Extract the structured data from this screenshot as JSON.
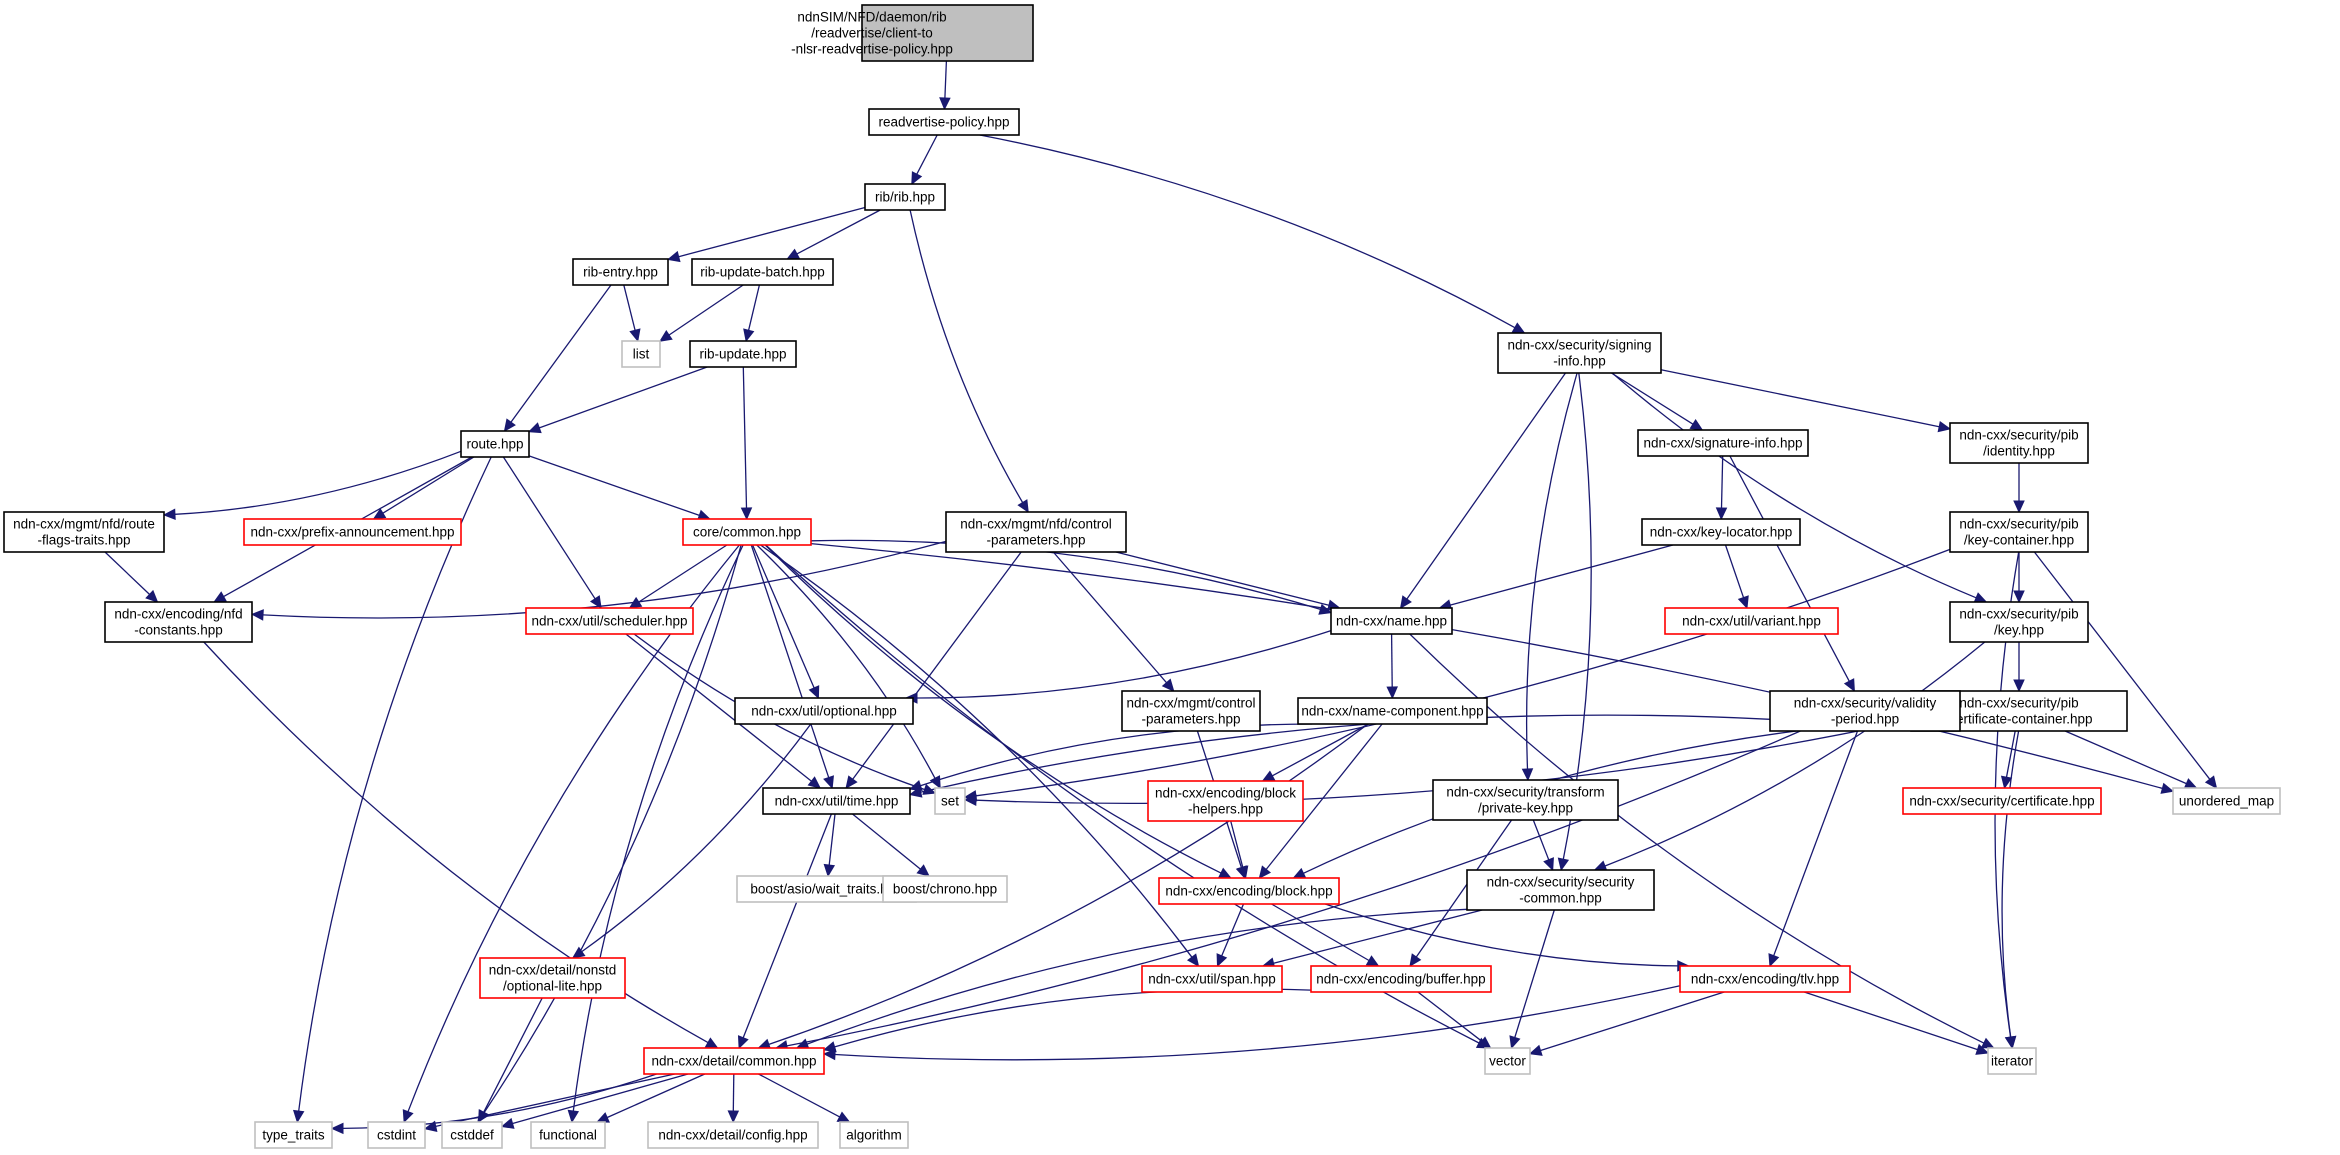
{
  "graph": {
    "title": "Include dependency graph",
    "colors": {
      "edge": "#191970",
      "root_fill": "#bfbfbf",
      "default_border": "#000000",
      "truncated_border": "#ff0000",
      "external_border": "#bfbfbf",
      "external_text": "#000000"
    },
    "nodes": [
      {
        "id": "root",
        "lines": [
          "ndnSIM/NFD/daemon/rib",
          "/readvertise/client-to",
          "-nlsr-readvertise-policy.hpp"
        ],
        "kind": "root"
      },
      {
        "id": "readvertise_policy",
        "lines": [
          "readvertise-policy.hpp"
        ],
        "kind": "normal"
      },
      {
        "id": "rib",
        "lines": [
          "rib/rib.hpp"
        ],
        "kind": "normal"
      },
      {
        "id": "rib_entry",
        "lines": [
          "rib-entry.hpp"
        ],
        "kind": "normal"
      },
      {
        "id": "rib_update_batch",
        "lines": [
          "rib-update-batch.hpp"
        ],
        "kind": "normal"
      },
      {
        "id": "list",
        "lines": [
          "list"
        ],
        "kind": "external"
      },
      {
        "id": "rib_update",
        "lines": [
          "rib-update.hpp"
        ],
        "kind": "normal"
      },
      {
        "id": "route",
        "lines": [
          "route.hpp"
        ],
        "kind": "normal"
      },
      {
        "id": "route_flags",
        "lines": [
          "ndn-cxx/mgmt/nfd/route",
          "-flags-traits.hpp"
        ],
        "kind": "normal"
      },
      {
        "id": "prefix_ann",
        "lines": [
          "ndn-cxx/prefix-announcement.hpp"
        ],
        "kind": "truncated"
      },
      {
        "id": "core_common",
        "lines": [
          "core/common.hpp"
        ],
        "kind": "truncated"
      },
      {
        "id": "nfd_control_params",
        "lines": [
          "ndn-cxx/mgmt/nfd/control",
          "-parameters.hpp"
        ],
        "kind": "normal"
      },
      {
        "id": "nfd_constants",
        "lines": [
          "ndn-cxx/encoding/nfd",
          "-constants.hpp"
        ],
        "kind": "normal"
      },
      {
        "id": "scheduler",
        "lines": [
          "ndn-cxx/util/scheduler.hpp"
        ],
        "kind": "truncated"
      },
      {
        "id": "optional",
        "lines": [
          "ndn-cxx/util/optional.hpp"
        ],
        "kind": "normal"
      },
      {
        "id": "name",
        "lines": [
          "ndn-cxx/name.hpp"
        ],
        "kind": "normal"
      },
      {
        "id": "mgmt_control_params",
        "lines": [
          "ndn-cxx/mgmt/control",
          "-parameters.hpp"
        ],
        "kind": "normal"
      },
      {
        "id": "name_component",
        "lines": [
          "ndn-cxx/name-component.hpp"
        ],
        "kind": "normal"
      },
      {
        "id": "time",
        "lines": [
          "ndn-cxx/util/time.hpp"
        ],
        "kind": "normal"
      },
      {
        "id": "set",
        "lines": [
          "set"
        ],
        "kind": "external"
      },
      {
        "id": "block_helpers",
        "lines": [
          "ndn-cxx/encoding/block",
          "-helpers.hpp"
        ],
        "kind": "truncated"
      },
      {
        "id": "wait_traits",
        "lines": [
          "boost/asio/wait_traits.hpp"
        ],
        "kind": "external"
      },
      {
        "id": "chrono",
        "lines": [
          "boost/chrono.hpp"
        ],
        "kind": "external"
      },
      {
        "id": "block",
        "lines": [
          "ndn-cxx/encoding/block.hpp"
        ],
        "kind": "truncated"
      },
      {
        "id": "signing_info",
        "lines": [
          "ndn-cxx/security/signing",
          "-info.hpp"
        ],
        "kind": "normal"
      },
      {
        "id": "signature_info",
        "lines": [
          "ndn-cxx/signature-info.hpp"
        ],
        "kind": "normal"
      },
      {
        "id": "key_locator",
        "lines": [
          "ndn-cxx/key-locator.hpp"
        ],
        "kind": "normal"
      },
      {
        "id": "variant",
        "lines": [
          "ndn-cxx/util/variant.hpp"
        ],
        "kind": "truncated"
      },
      {
        "id": "pib_identity",
        "lines": [
          "ndn-cxx/security/pib",
          "/identity.hpp"
        ],
        "kind": "normal"
      },
      {
        "id": "pib_key_container",
        "lines": [
          "ndn-cxx/security/pib",
          "/key-container.hpp"
        ],
        "kind": "normal"
      },
      {
        "id": "pib_key",
        "lines": [
          "ndn-cxx/security/pib",
          "/key.hpp"
        ],
        "kind": "normal"
      },
      {
        "id": "pib_cert_container",
        "lines": [
          "ndn-cxx/security/pib",
          "/certificate-container.hpp"
        ],
        "kind": "normal"
      },
      {
        "id": "certificate",
        "lines": [
          "ndn-cxx/security/certificate.hpp"
        ],
        "kind": "truncated"
      },
      {
        "id": "unordered_map",
        "lines": [
          "unordered_map"
        ],
        "kind": "external"
      },
      {
        "id": "validity_period",
        "lines": [
          "ndn-cxx/security/validity",
          "-period.hpp"
        ],
        "kind": "normal"
      },
      {
        "id": "private_key",
        "lines": [
          "ndn-cxx/security/transform",
          "/private-key.hpp"
        ],
        "kind": "normal"
      },
      {
        "id": "security_common",
        "lines": [
          "ndn-cxx/security/security",
          "-common.hpp"
        ],
        "kind": "normal"
      },
      {
        "id": "span",
        "lines": [
          "ndn-cxx/util/span.hpp"
        ],
        "kind": "truncated"
      },
      {
        "id": "buffer",
        "lines": [
          "ndn-cxx/encoding/buffer.hpp"
        ],
        "kind": "truncated"
      },
      {
        "id": "tlv",
        "lines": [
          "ndn-cxx/encoding/tlv.hpp"
        ],
        "kind": "truncated"
      },
      {
        "id": "optional_lite",
        "lines": [
          "ndn-cxx/detail/nonstd",
          "/optional-lite.hpp"
        ],
        "kind": "truncated"
      },
      {
        "id": "detail_common",
        "lines": [
          "ndn-cxx/detail/common.hpp"
        ],
        "kind": "truncated"
      },
      {
        "id": "vector",
        "lines": [
          "vector"
        ],
        "kind": "external"
      },
      {
        "id": "iterator",
        "lines": [
          "iterator"
        ],
        "kind": "external"
      },
      {
        "id": "type_traits",
        "lines": [
          "type_traits"
        ],
        "kind": "external"
      },
      {
        "id": "cstdint",
        "lines": [
          "cstdint"
        ],
        "kind": "external"
      },
      {
        "id": "cstddef",
        "lines": [
          "cstddef"
        ],
        "kind": "external"
      },
      {
        "id": "functional",
        "lines": [
          "functional"
        ],
        "kind": "external"
      },
      {
        "id": "config",
        "lines": [
          "ndn-cxx/detail/config.hpp"
        ],
        "kind": "external"
      },
      {
        "id": "algorithm",
        "lines": [
          "algorithm"
        ],
        "kind": "external"
      }
    ],
    "edges": [
      [
        "root",
        "readvertise_policy"
      ],
      [
        "readvertise_policy",
        "rib"
      ],
      [
        "readvertise_policy",
        "signing_info"
      ],
      [
        "rib",
        "rib_entry"
      ],
      [
        "rib",
        "rib_update_batch"
      ],
      [
        "rib",
        "nfd_control_params"
      ],
      [
        "rib_entry",
        "list"
      ],
      [
        "rib_entry",
        "route"
      ],
      [
        "rib_update_batch",
        "list"
      ],
      [
        "rib_update_batch",
        "rib_update"
      ],
      [
        "rib_update",
        "route"
      ],
      [
        "rib_update",
        "core_common"
      ],
      [
        "route",
        "route_flags"
      ],
      [
        "route",
        "prefix_ann"
      ],
      [
        "route",
        "core_common"
      ],
      [
        "route",
        "nfd_constants"
      ],
      [
        "route",
        "scheduler"
      ],
      [
        "route",
        "type_traits"
      ],
      [
        "route_flags",
        "nfd_constants"
      ],
      [
        "nfd_constants",
        "detail_common"
      ],
      [
        "core_common",
        "scheduler"
      ],
      [
        "core_common",
        "optional"
      ],
      [
        "core_common",
        "name"
      ],
      [
        "core_common",
        "time"
      ],
      [
        "core_common",
        "set"
      ],
      [
        "core_common",
        "block"
      ],
      [
        "core_common",
        "span"
      ],
      [
        "core_common",
        "vector"
      ],
      [
        "core_common",
        "unordered_map"
      ],
      [
        "core_common",
        "cstdint"
      ],
      [
        "core_common",
        "cstddef"
      ],
      [
        "core_common",
        "functional"
      ],
      [
        "nfd_control_params",
        "nfd_constants"
      ],
      [
        "nfd_control_params",
        "mgmt_control_params"
      ],
      [
        "nfd_control_params",
        "name"
      ],
      [
        "nfd_control_params",
        "time"
      ],
      [
        "scheduler",
        "time"
      ],
      [
        "scheduler",
        "set"
      ],
      [
        "optional",
        "optional_lite"
      ],
      [
        "name",
        "name_component"
      ],
      [
        "name",
        "optional"
      ],
      [
        "name",
        "iterator"
      ],
      [
        "mgmt_control_params",
        "block"
      ],
      [
        "name_component",
        "block_helpers"
      ],
      [
        "name_component",
        "block"
      ],
      [
        "name_component",
        "time"
      ],
      [
        "name_component",
        "detail_common"
      ],
      [
        "time",
        "wait_traits"
      ],
      [
        "time",
        "chrono"
      ],
      [
        "time",
        "detail_common"
      ],
      [
        "block_helpers",
        "block"
      ],
      [
        "block",
        "span"
      ],
      [
        "block",
        "buffer"
      ],
      [
        "block",
        "tlv"
      ],
      [
        "signing_info",
        "signature_info"
      ],
      [
        "signing_info",
        "pib_identity"
      ],
      [
        "signing_info",
        "name"
      ],
      [
        "signing_info",
        "private_key"
      ],
      [
        "signing_info",
        "security_common"
      ],
      [
        "signing_info",
        "pib_key"
      ],
      [
        "signature_info",
        "key_locator"
      ],
      [
        "signature_info",
        "validity_period"
      ],
      [
        "key_locator",
        "name"
      ],
      [
        "key_locator",
        "variant"
      ],
      [
        "pib_identity",
        "pib_key_container"
      ],
      [
        "pib_key_container",
        "pib_key"
      ],
      [
        "pib_key_container",
        "unordered_map"
      ],
      [
        "pib_key_container",
        "iterator"
      ],
      [
        "pib_key_container",
        "set"
      ],
      [
        "pib_key",
        "pib_cert_container"
      ],
      [
        "pib_key",
        "security_common"
      ],
      [
        "pib_cert_container",
        "certificate"
      ],
      [
        "pib_cert_container",
        "unordered_map"
      ],
      [
        "pib_cert_container",
        "iterator"
      ],
      [
        "pib_cert_container",
        "set"
      ],
      [
        "validity_period",
        "block"
      ],
      [
        "validity_period",
        "tlv"
      ],
      [
        "validity_period",
        "time"
      ],
      [
        "validity_period",
        "detail_common"
      ],
      [
        "private_key",
        "security_common"
      ],
      [
        "private_key",
        "buffer"
      ],
      [
        "security_common",
        "span"
      ],
      [
        "security_common",
        "vector"
      ],
      [
        "security_common",
        "detail_common"
      ],
      [
        "buffer",
        "vector"
      ],
      [
        "buffer",
        "detail_common"
      ],
      [
        "tlv",
        "vector"
      ],
      [
        "tlv",
        "iterator"
      ],
      [
        "tlv",
        "detail_common"
      ],
      [
        "optional_lite",
        "cstddef"
      ],
      [
        "detail_common",
        "type_traits"
      ],
      [
        "detail_common",
        "cstdint"
      ],
      [
        "detail_common",
        "cstddef"
      ],
      [
        "detail_common",
        "functional"
      ],
      [
        "detail_common",
        "config"
      ],
      [
        "detail_common",
        "algorithm"
      ]
    ]
  }
}
